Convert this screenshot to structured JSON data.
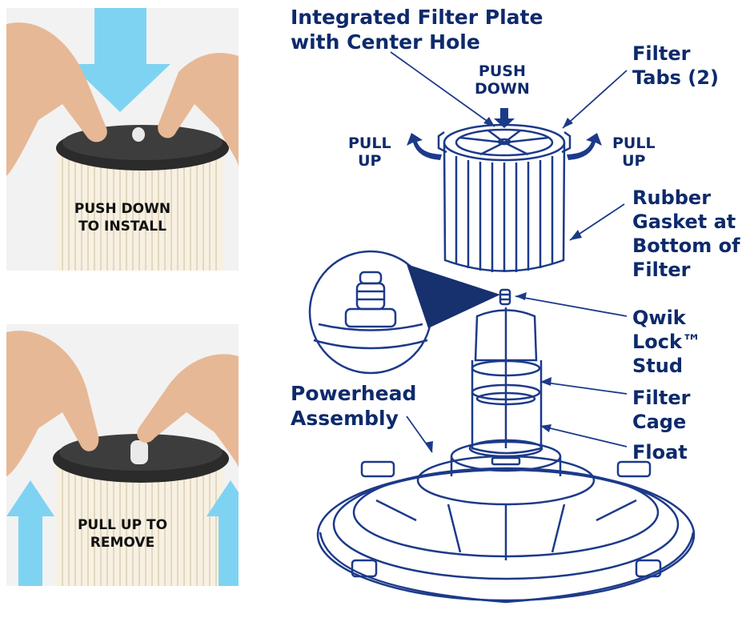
{
  "photos": [
    {
      "id": "install",
      "lines": [
        "PUSH DOWN",
        "TO INSTALL"
      ]
    },
    {
      "id": "remove",
      "lines": [
        "PULL UP TO",
        "REMOVE"
      ]
    }
  ],
  "callouts": {
    "filter_plate": [
      "Integrated Filter Plate",
      "with Center Hole"
    ],
    "push_down": [
      "PUSH",
      "DOWN"
    ],
    "filter_tabs": [
      "Filter",
      "Tabs (2)"
    ],
    "pull_up_left": [
      "PULL",
      "UP"
    ],
    "pull_up_right": [
      "PULL",
      "UP"
    ],
    "rubber_gasket": [
      "Rubber",
      "Gasket at",
      "Bottom of",
      "Filter"
    ],
    "qwik_lock": [
      "Qwik",
      "Lock™",
      "Stud"
    ],
    "powerhead": [
      "Powerhead",
      "Assembly"
    ],
    "filter_cage": [
      "Filter",
      "Cage"
    ],
    "float": [
      "Float"
    ]
  },
  "colors": {
    "label": "#0d2a6b",
    "line": "#1c3a8a",
    "arrow": "#7fd3f2"
  }
}
